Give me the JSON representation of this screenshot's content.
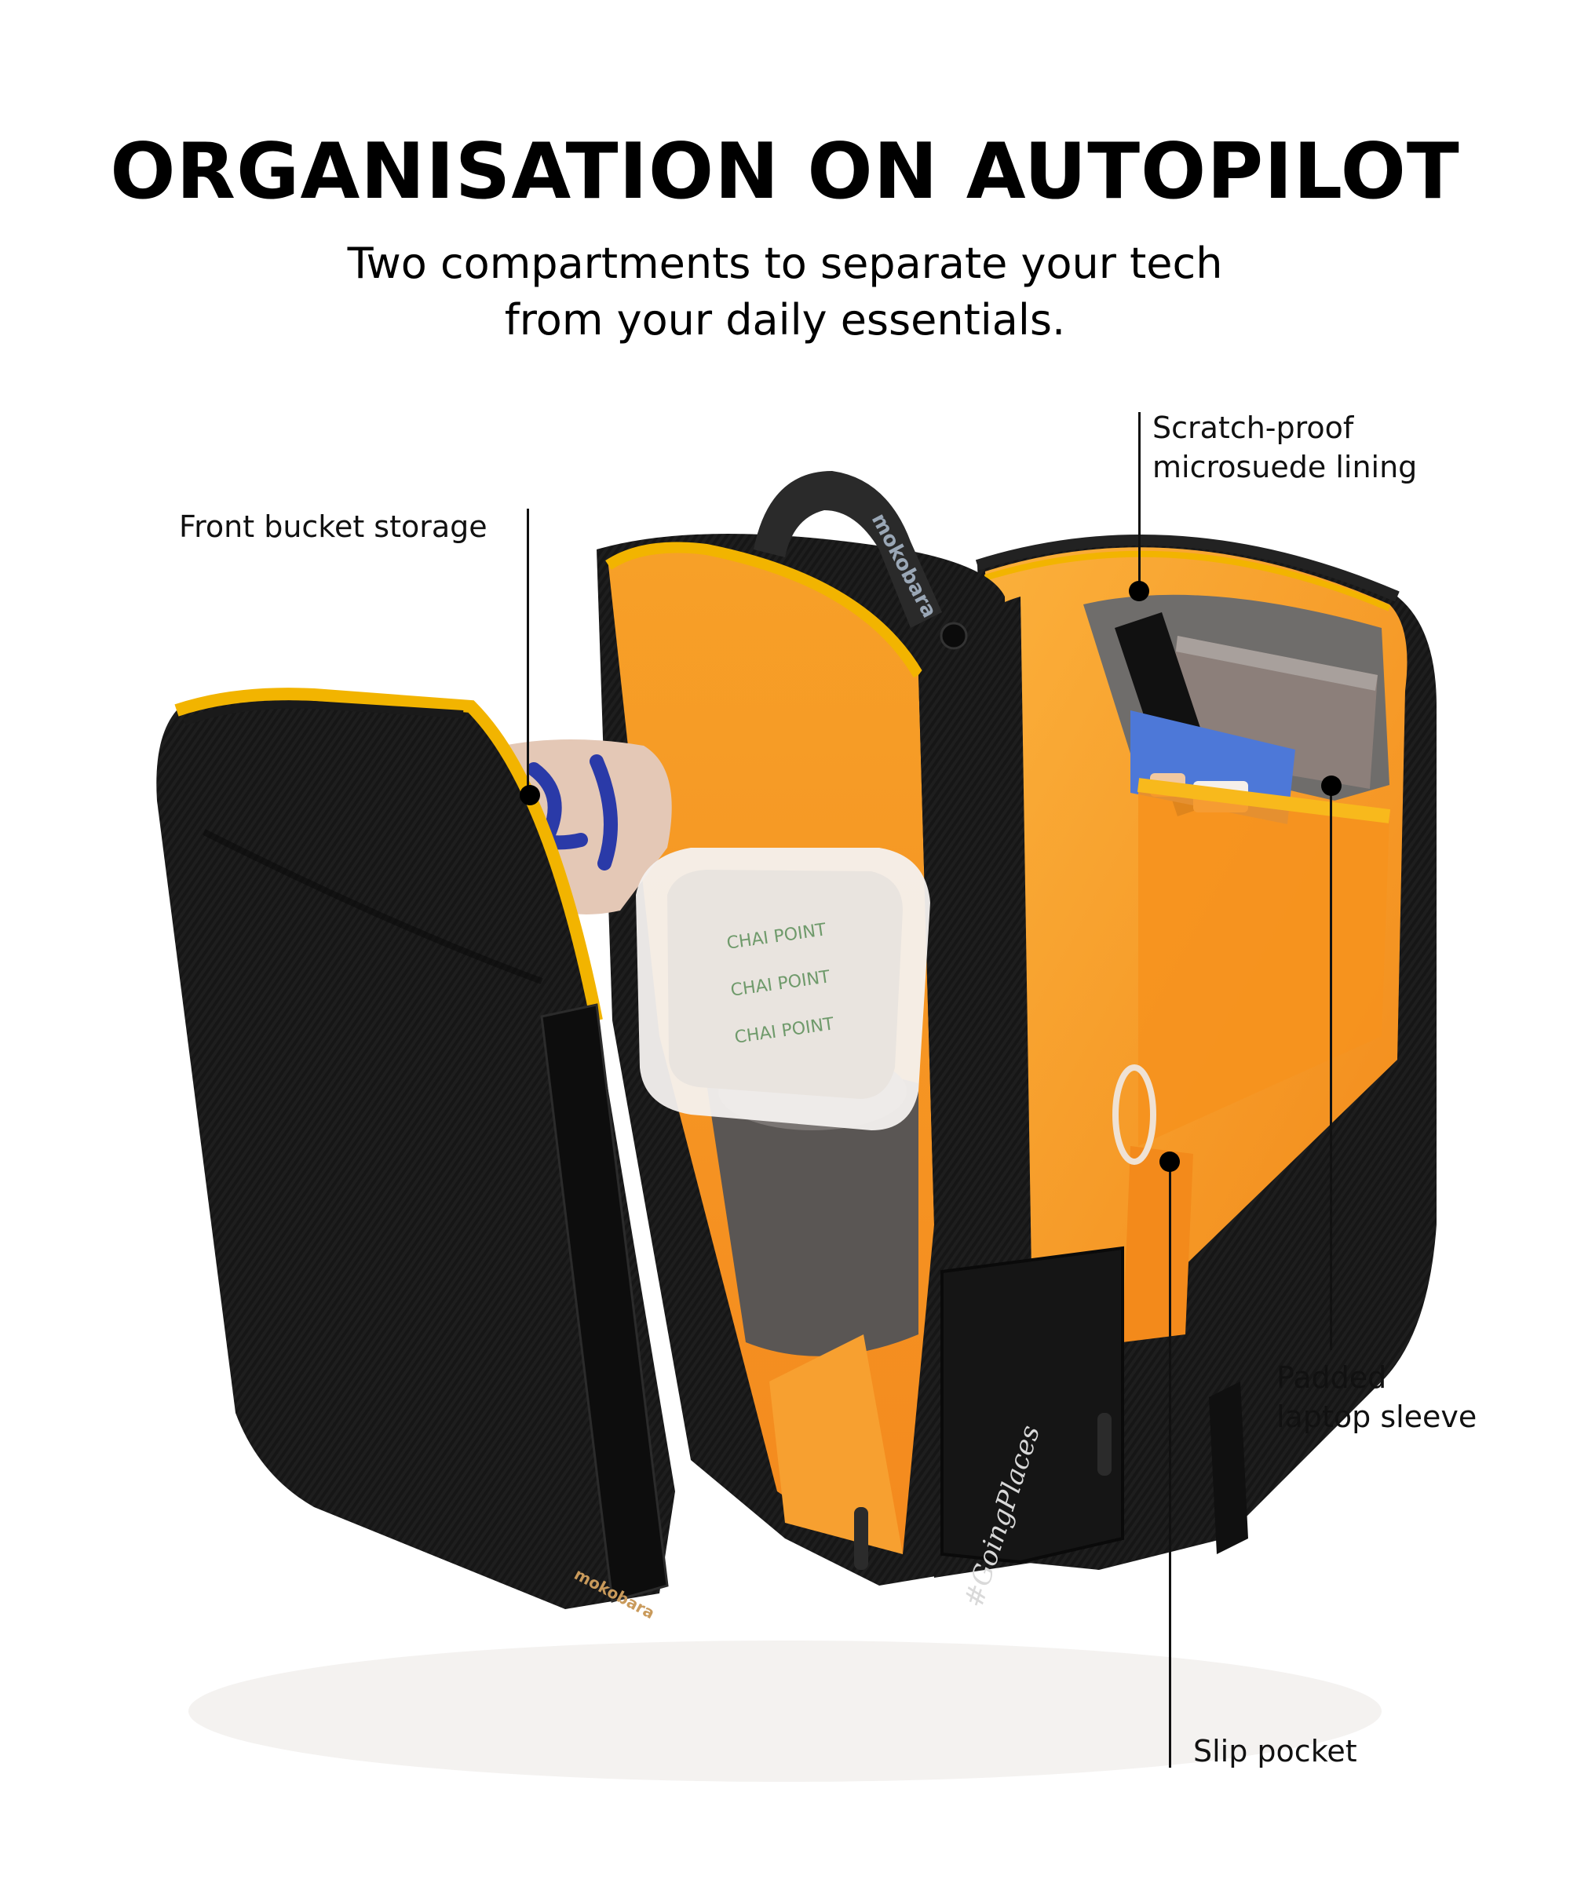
{
  "header": {
    "title": "ORGANISATION ON AUTOPILOT",
    "subtitle_line1": "Two compartments to separate your tech",
    "subtitle_line2": "from your daily essentials."
  },
  "product": {
    "brand": "mokobara",
    "script_text": "#GoingPlaces",
    "container_print": "CHAI POINT",
    "colors": {
      "shell": "#151515",
      "lining": "#F9A51A",
      "lining_deep": "#F28C1C",
      "zipper_trim": "#F2B400",
      "microsuede": "#6E6E6E",
      "background": "#FFFFFF"
    }
  },
  "callouts": [
    {
      "id": "front-bucket-storage",
      "label": "Front bucket storage"
    },
    {
      "id": "scratch-proof-lining",
      "label_line1": "Scratch-proof",
      "label_line2": "microsuede lining"
    },
    {
      "id": "padded-laptop-sleeve",
      "label_line1": "Padded",
      "label_line2": "laptop sleeve"
    },
    {
      "id": "slip-pocket",
      "label": "Slip pocket"
    }
  ]
}
